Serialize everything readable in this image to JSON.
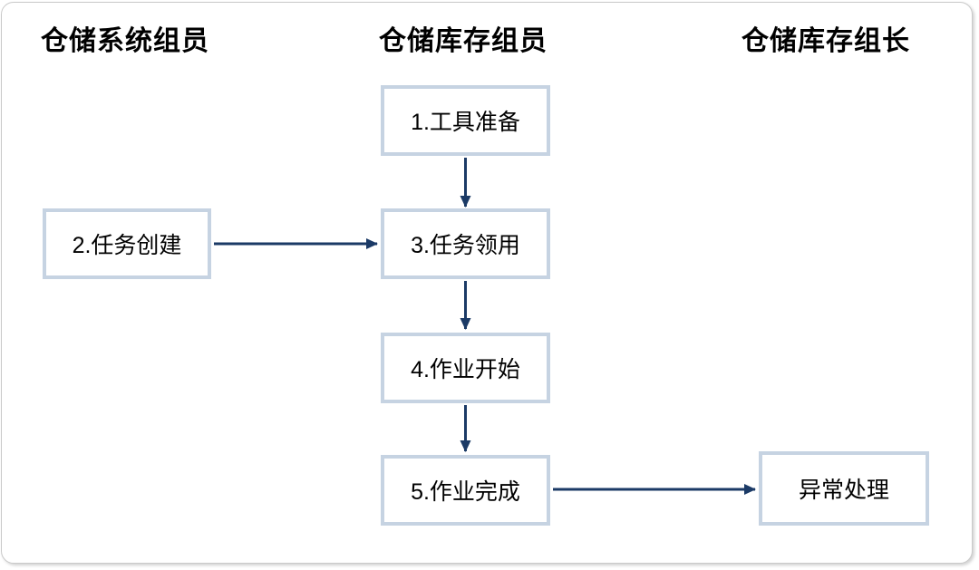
{
  "diagram": {
    "type": "flowchart",
    "lanes": [
      {
        "title": "仓储系统组员"
      },
      {
        "title": "仓储库存组员"
      },
      {
        "title": "仓储库存组长"
      }
    ],
    "nodes": [
      {
        "id": "step-1",
        "label": "1.工具准备",
        "lane": "仓储库存组员"
      },
      {
        "id": "step-2",
        "label": "2.任务创建",
        "lane": "仓储系统组员"
      },
      {
        "id": "step-3",
        "label": "3.任务领用",
        "lane": "仓储库存组员"
      },
      {
        "id": "step-4",
        "label": "4.作业开始",
        "lane": "仓储库存组员"
      },
      {
        "id": "step-5",
        "label": "5.作业完成",
        "lane": "仓储库存组员"
      },
      {
        "id": "exception",
        "label": "异常处理",
        "lane": "仓储库存组长"
      }
    ],
    "edges": [
      {
        "from": "step-1",
        "to": "step-3"
      },
      {
        "from": "step-2",
        "to": "step-3"
      },
      {
        "from": "step-3",
        "to": "step-4"
      },
      {
        "from": "step-4",
        "to": "step-5"
      },
      {
        "from": "step-5",
        "to": "exception"
      }
    ]
  },
  "colors": {
    "arrow": "#1b3a66",
    "node_border": "#c6d3e2",
    "node_fill": "#ffffff",
    "text": "#000000",
    "frame_border": "#c9c9c9",
    "canvas": "#ffffff"
  }
}
